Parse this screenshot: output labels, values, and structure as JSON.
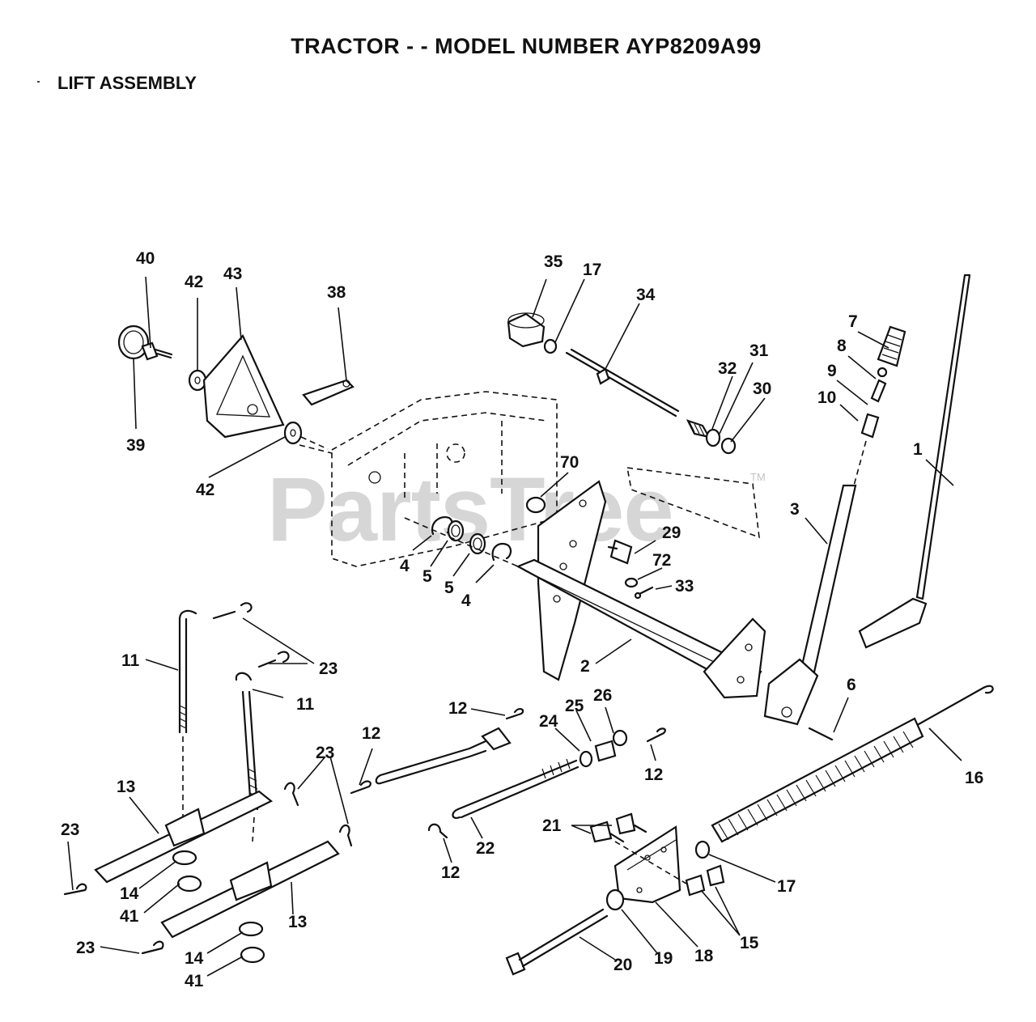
{
  "header": {
    "title": "TRACTOR - - MODEL NUMBER AYP8209A99",
    "section": "LIFT ASSEMBLY"
  },
  "watermark": {
    "text": "PartsTree",
    "mark": "TM"
  },
  "callouts": [
    "40",
    "42",
    "43",
    "38",
    "39",
    "42",
    "35",
    "17",
    "34",
    "7",
    "8",
    "31",
    "32",
    "9",
    "30",
    "10",
    "1",
    "70",
    "3",
    "29",
    "72",
    "33",
    "4",
    "5",
    "5",
    "4",
    "2",
    "6",
    "11",
    "23",
    "11",
    "12",
    "24",
    "25",
    "26",
    "12",
    "12",
    "23",
    "16",
    "13",
    "22",
    "12",
    "21",
    "23",
    "14",
    "41",
    "13",
    "17",
    "23",
    "14",
    "41",
    "20",
    "19",
    "18",
    "15"
  ]
}
